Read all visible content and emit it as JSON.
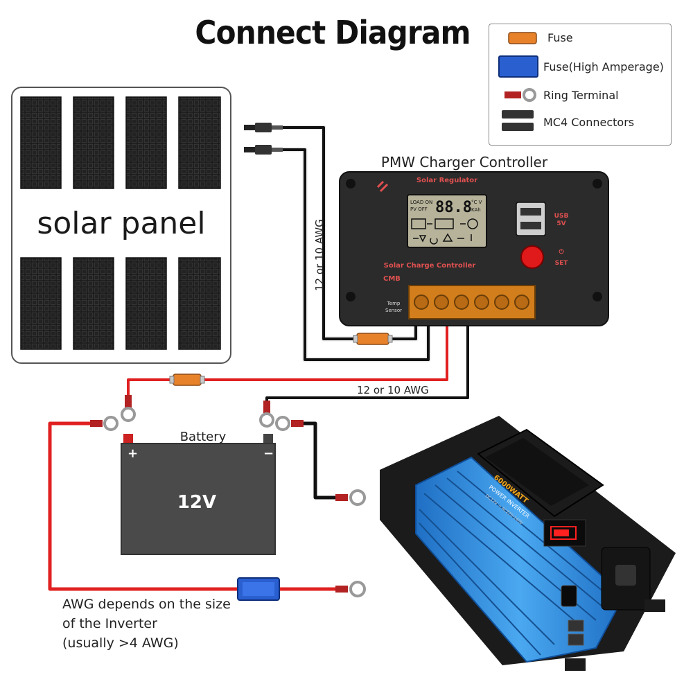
{
  "title": "Connect Diagram",
  "legend": {
    "items": [
      {
        "label": "Fuse",
        "icon": "fuse-icon"
      },
      {
        "label": "Fuse(High Amperage)",
        "icon": "high-amperage-fuse-icon"
      },
      {
        "label": "Ring Terminal",
        "icon": "ring-terminal-icon"
      },
      {
        "label": "MC4 Connectors",
        "icon": "mc4-connector-icon"
      }
    ]
  },
  "solar_panel": {
    "label": "solar panel"
  },
  "controller": {
    "caption": "PMW Charger Controller",
    "header": "Solar Regulator",
    "load_on": "LOAD ON",
    "pv_off": "PV OFF",
    "digits": "88.8",
    "units_top": "°C V",
    "units_bottom": "KAh",
    "name": "Solar Charge Controller",
    "brand": "CMB",
    "temp_sensor_1": "Temp",
    "temp_sensor_2": "Sensor",
    "usb_1": "USB",
    "usb_2": "5V",
    "set": "SET"
  },
  "wires": {
    "awg_vertical": "12 or 10 AWG",
    "awg_horizontal": "12 or 10 AWG"
  },
  "battery": {
    "caption": "Battery",
    "voltage": "12V",
    "plus": "+",
    "minus": "−"
  },
  "inverter": {
    "wattage": "6000WATT",
    "name": "POWER INVERTER",
    "spec": "DC12V → AC220-240V"
  },
  "note": {
    "line1": "AWG depends on the size",
    "line2": "of the Inverter",
    "line3": "(usually  >4 AWG)"
  },
  "colors": {
    "positive_wire": "#e02020",
    "negative_wire": "#111111",
    "fuse": "#e8822a",
    "high_amp_fuse": "#2a5fd0",
    "inverter_body": "#2f8fe0",
    "controller_body": "#2b2b2b"
  }
}
